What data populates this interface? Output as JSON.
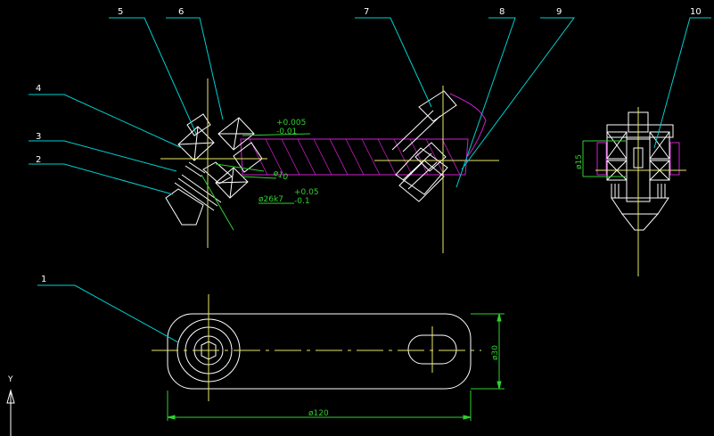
{
  "colors": {
    "background": "#000000",
    "outline": "#ffffff",
    "leader": "#00cfcf",
    "dimension": "#2fd12f",
    "center_line": "#e8e86a",
    "hatch": "#d020d0",
    "ucs": "#ffffff"
  },
  "part_labels": [
    "1",
    "2",
    "3",
    "4",
    "5",
    "6",
    "7",
    "8",
    "9",
    "10"
  ],
  "dimensions": {
    "tol_upper_top": "+0.005",
    "tol_lower_top": "-0.01",
    "dia_10": "ø10",
    "dia_26": "ø26k7",
    "tol_upper_bottom": "+0.05",
    "tol_lower_bottom": "-0.1",
    "dia_15": "ø15",
    "dia_30": "ø30",
    "dia_120": "ø120"
  },
  "ucs_icon": {
    "axis_label": "Y"
  }
}
